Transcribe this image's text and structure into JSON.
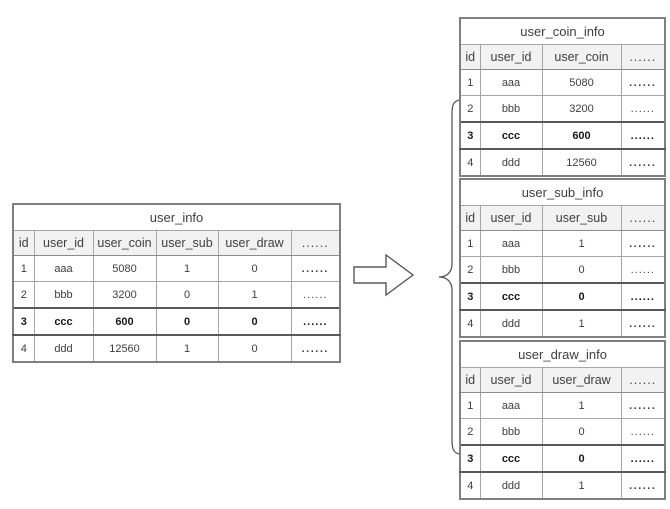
{
  "diagram": {
    "type": "database-table-split",
    "arrow_icon": "right-block-arrow-icon",
    "brace_icon": "left-curly-brace-icon"
  },
  "source_table": {
    "title": "user_info",
    "columns": [
      "id",
      "user_id",
      "user_coin",
      "user_sub",
      "user_draw",
      "......"
    ],
    "rows": [
      {
        "id": "1",
        "user_id": "aaa",
        "user_coin": "5080",
        "user_sub": "1",
        "user_draw": "0",
        "more": "......",
        "highlight": false
      },
      {
        "id": "2",
        "user_id": "bbb",
        "user_coin": "3200",
        "user_sub": "0",
        "user_draw": "1",
        "more": "......",
        "highlight": false
      },
      {
        "id": "3",
        "user_id": "ccc",
        "user_coin": "600",
        "user_sub": "0",
        "user_draw": "0",
        "more": "......",
        "highlight": true
      },
      {
        "id": "4",
        "user_id": "ddd",
        "user_coin": "12560",
        "user_sub": "1",
        "user_draw": "0",
        "more": "......",
        "highlight": false
      }
    ]
  },
  "target_tables": [
    {
      "title": "user_coin_info",
      "columns": [
        "id",
        "user_id",
        "user_coin",
        "......"
      ],
      "rows": [
        {
          "id": "1",
          "user_id": "aaa",
          "value": "5080",
          "more": "......",
          "highlight": false
        },
        {
          "id": "2",
          "user_id": "bbb",
          "value": "3200",
          "more": "......",
          "highlight": false
        },
        {
          "id": "3",
          "user_id": "ccc",
          "value": "600",
          "more": "......",
          "highlight": true
        },
        {
          "id": "4",
          "user_id": "ddd",
          "value": "12560",
          "more": "......",
          "highlight": false
        }
      ]
    },
    {
      "title": "user_sub_info",
      "columns": [
        "id",
        "user_id",
        "user_sub",
        "......"
      ],
      "rows": [
        {
          "id": "1",
          "user_id": "aaa",
          "value": "1",
          "more": "......",
          "highlight": false
        },
        {
          "id": "2",
          "user_id": "bbb",
          "value": "0",
          "more": "......",
          "highlight": false
        },
        {
          "id": "3",
          "user_id": "ccc",
          "value": "0",
          "more": "......",
          "highlight": true
        },
        {
          "id": "4",
          "user_id": "ddd",
          "value": "1",
          "more": "......",
          "highlight": false
        }
      ]
    },
    {
      "title": "user_draw_info",
      "columns": [
        "id",
        "user_id",
        "user_draw",
        "......"
      ],
      "rows": [
        {
          "id": "1",
          "user_id": "aaa",
          "value": "1",
          "more": "......",
          "highlight": false
        },
        {
          "id": "2",
          "user_id": "bbb",
          "value": "0",
          "more": "......",
          "highlight": false
        },
        {
          "id": "3",
          "user_id": "ccc",
          "value": "0",
          "more": "......",
          "highlight": true
        },
        {
          "id": "4",
          "user_id": "ddd",
          "value": "1",
          "more": "......",
          "highlight": false
        }
      ]
    }
  ],
  "colors": {
    "value_red": "#c0392b",
    "value_blue": "#3f5f8f",
    "text_default": "#3f3f3f",
    "border": "#a6a6a6",
    "header_bg": "#f2f2f2"
  }
}
